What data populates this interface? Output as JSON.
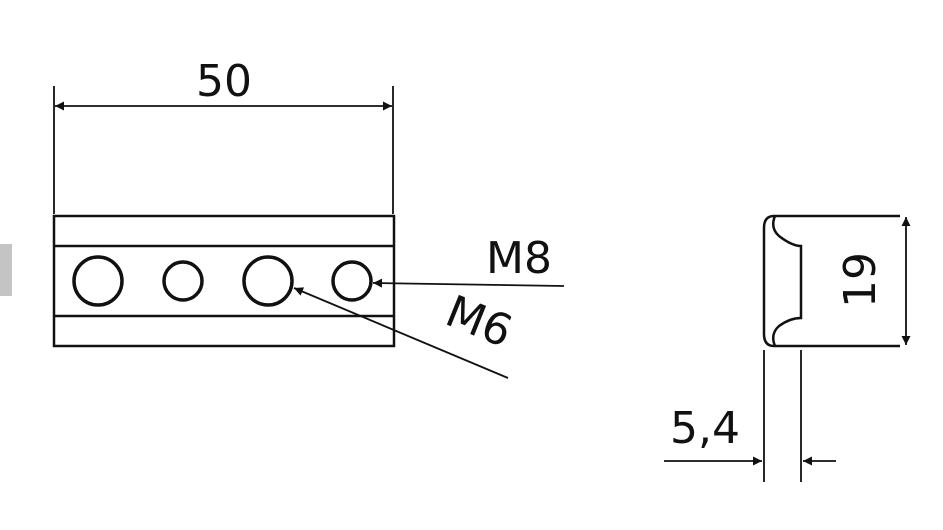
{
  "drawing": {
    "line_color": "#111111",
    "accent_gray": "#c4c4c4",
    "labels": {
      "width": "50",
      "thread_m8": "M8",
      "thread_m6": "M6",
      "height": "19",
      "thickness": "5,4"
    }
  }
}
